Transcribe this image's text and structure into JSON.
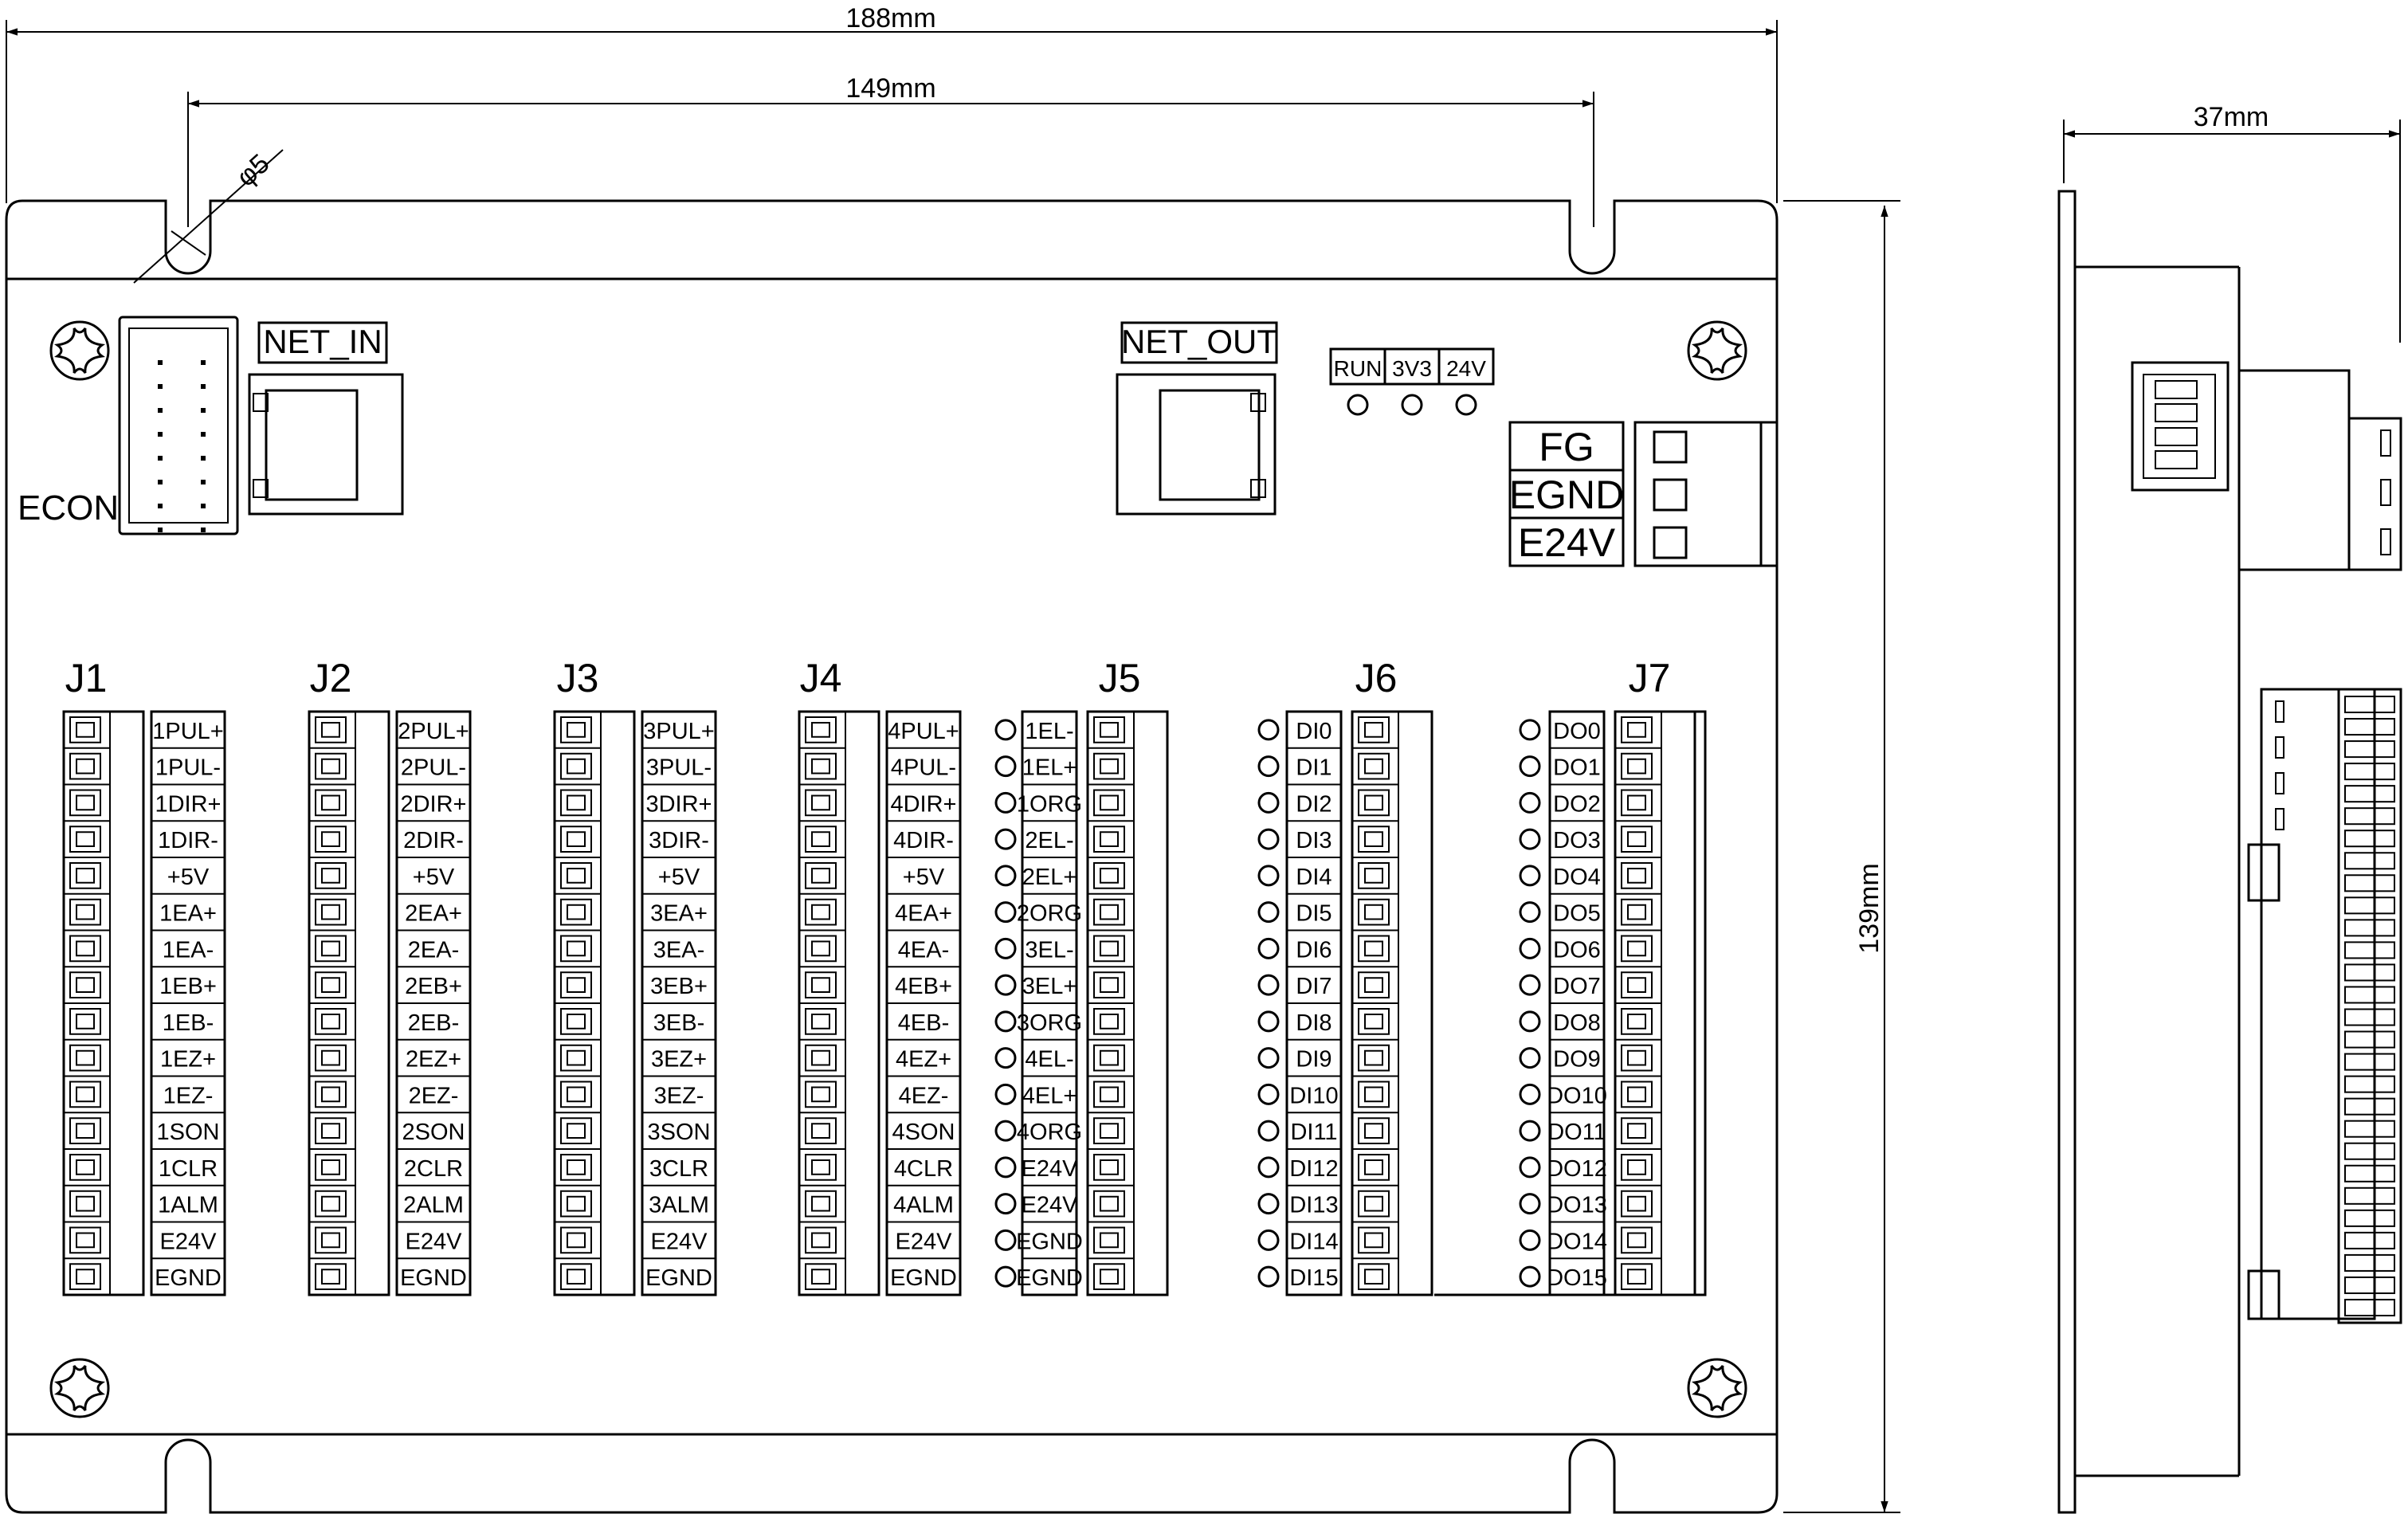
{
  "dimensions": {
    "width_total": "188mm",
    "hole_spacing": "149mm",
    "hole_diameter": "φ5",
    "height": "139mm",
    "depth": "37mm"
  },
  "connectors": {
    "econ": "ECON",
    "net_in": "NET_IN",
    "net_out": "NET_OUT"
  },
  "indicators": [
    "RUN",
    "3V3",
    "24V"
  ],
  "power_terminal": [
    "FG",
    "EGND",
    "E24V"
  ],
  "terminal_blocks": [
    {
      "name": "J1",
      "pins": [
        "1PUL+",
        "1PUL-",
        "1DIR+",
        "1DIR-",
        "+5V",
        "1EA+",
        "1EA-",
        "1EB+",
        "1EB-",
        "1EZ+",
        "1EZ-",
        "1SON",
        "1CLR",
        "1ALM",
        "E24V",
        "EGND"
      ]
    },
    {
      "name": "J2",
      "pins": [
        "2PUL+",
        "2PUL-",
        "2DIR+",
        "2DIR-",
        "+5V",
        "2EA+",
        "2EA-",
        "2EB+",
        "2EB-",
        "2EZ+",
        "2EZ-",
        "2SON",
        "2CLR",
        "2ALM",
        "E24V",
        "EGND"
      ]
    },
    {
      "name": "J3",
      "pins": [
        "3PUL+",
        "3PUL-",
        "3DIR+",
        "3DIR-",
        "+5V",
        "3EA+",
        "3EA-",
        "3EB+",
        "3EB-",
        "3EZ+",
        "3EZ-",
        "3SON",
        "3CLR",
        "3ALM",
        "E24V",
        "EGND"
      ]
    },
    {
      "name": "J4",
      "pins": [
        "4PUL+",
        "4PUL-",
        "4DIR+",
        "4DIR-",
        "+5V",
        "4EA+",
        "4EA-",
        "4EB+",
        "4EB-",
        "4EZ+",
        "4EZ-",
        "4SON",
        "4CLR",
        "4ALM",
        "E24V",
        "EGND"
      ]
    },
    {
      "name": "J5",
      "pins": [
        "1EL-",
        "1EL+",
        "1ORG",
        "2EL-",
        "2EL+",
        "2ORG",
        "3EL-",
        "3EL+",
        "3ORG",
        "4EL-",
        "4EL+",
        "4ORG",
        "E24V",
        "E24V",
        "EGND",
        "EGND"
      ]
    },
    {
      "name": "J6",
      "pins": [
        "DI0",
        "DI1",
        "DI2",
        "DI3",
        "DI4",
        "DI5",
        "DI6",
        "DI7",
        "DI8",
        "DI9",
        "DI10",
        "DI11",
        "DI12",
        "DI13",
        "DI14",
        "DI15"
      ]
    },
    {
      "name": "J7",
      "pins": [
        "DO0",
        "DO1",
        "DO2",
        "DO3",
        "DO4",
        "DO5",
        "DO6",
        "DO7",
        "DO8",
        "DO9",
        "DO10",
        "DO11",
        "DO12",
        "DO13",
        "DO14",
        "DO15"
      ]
    }
  ]
}
